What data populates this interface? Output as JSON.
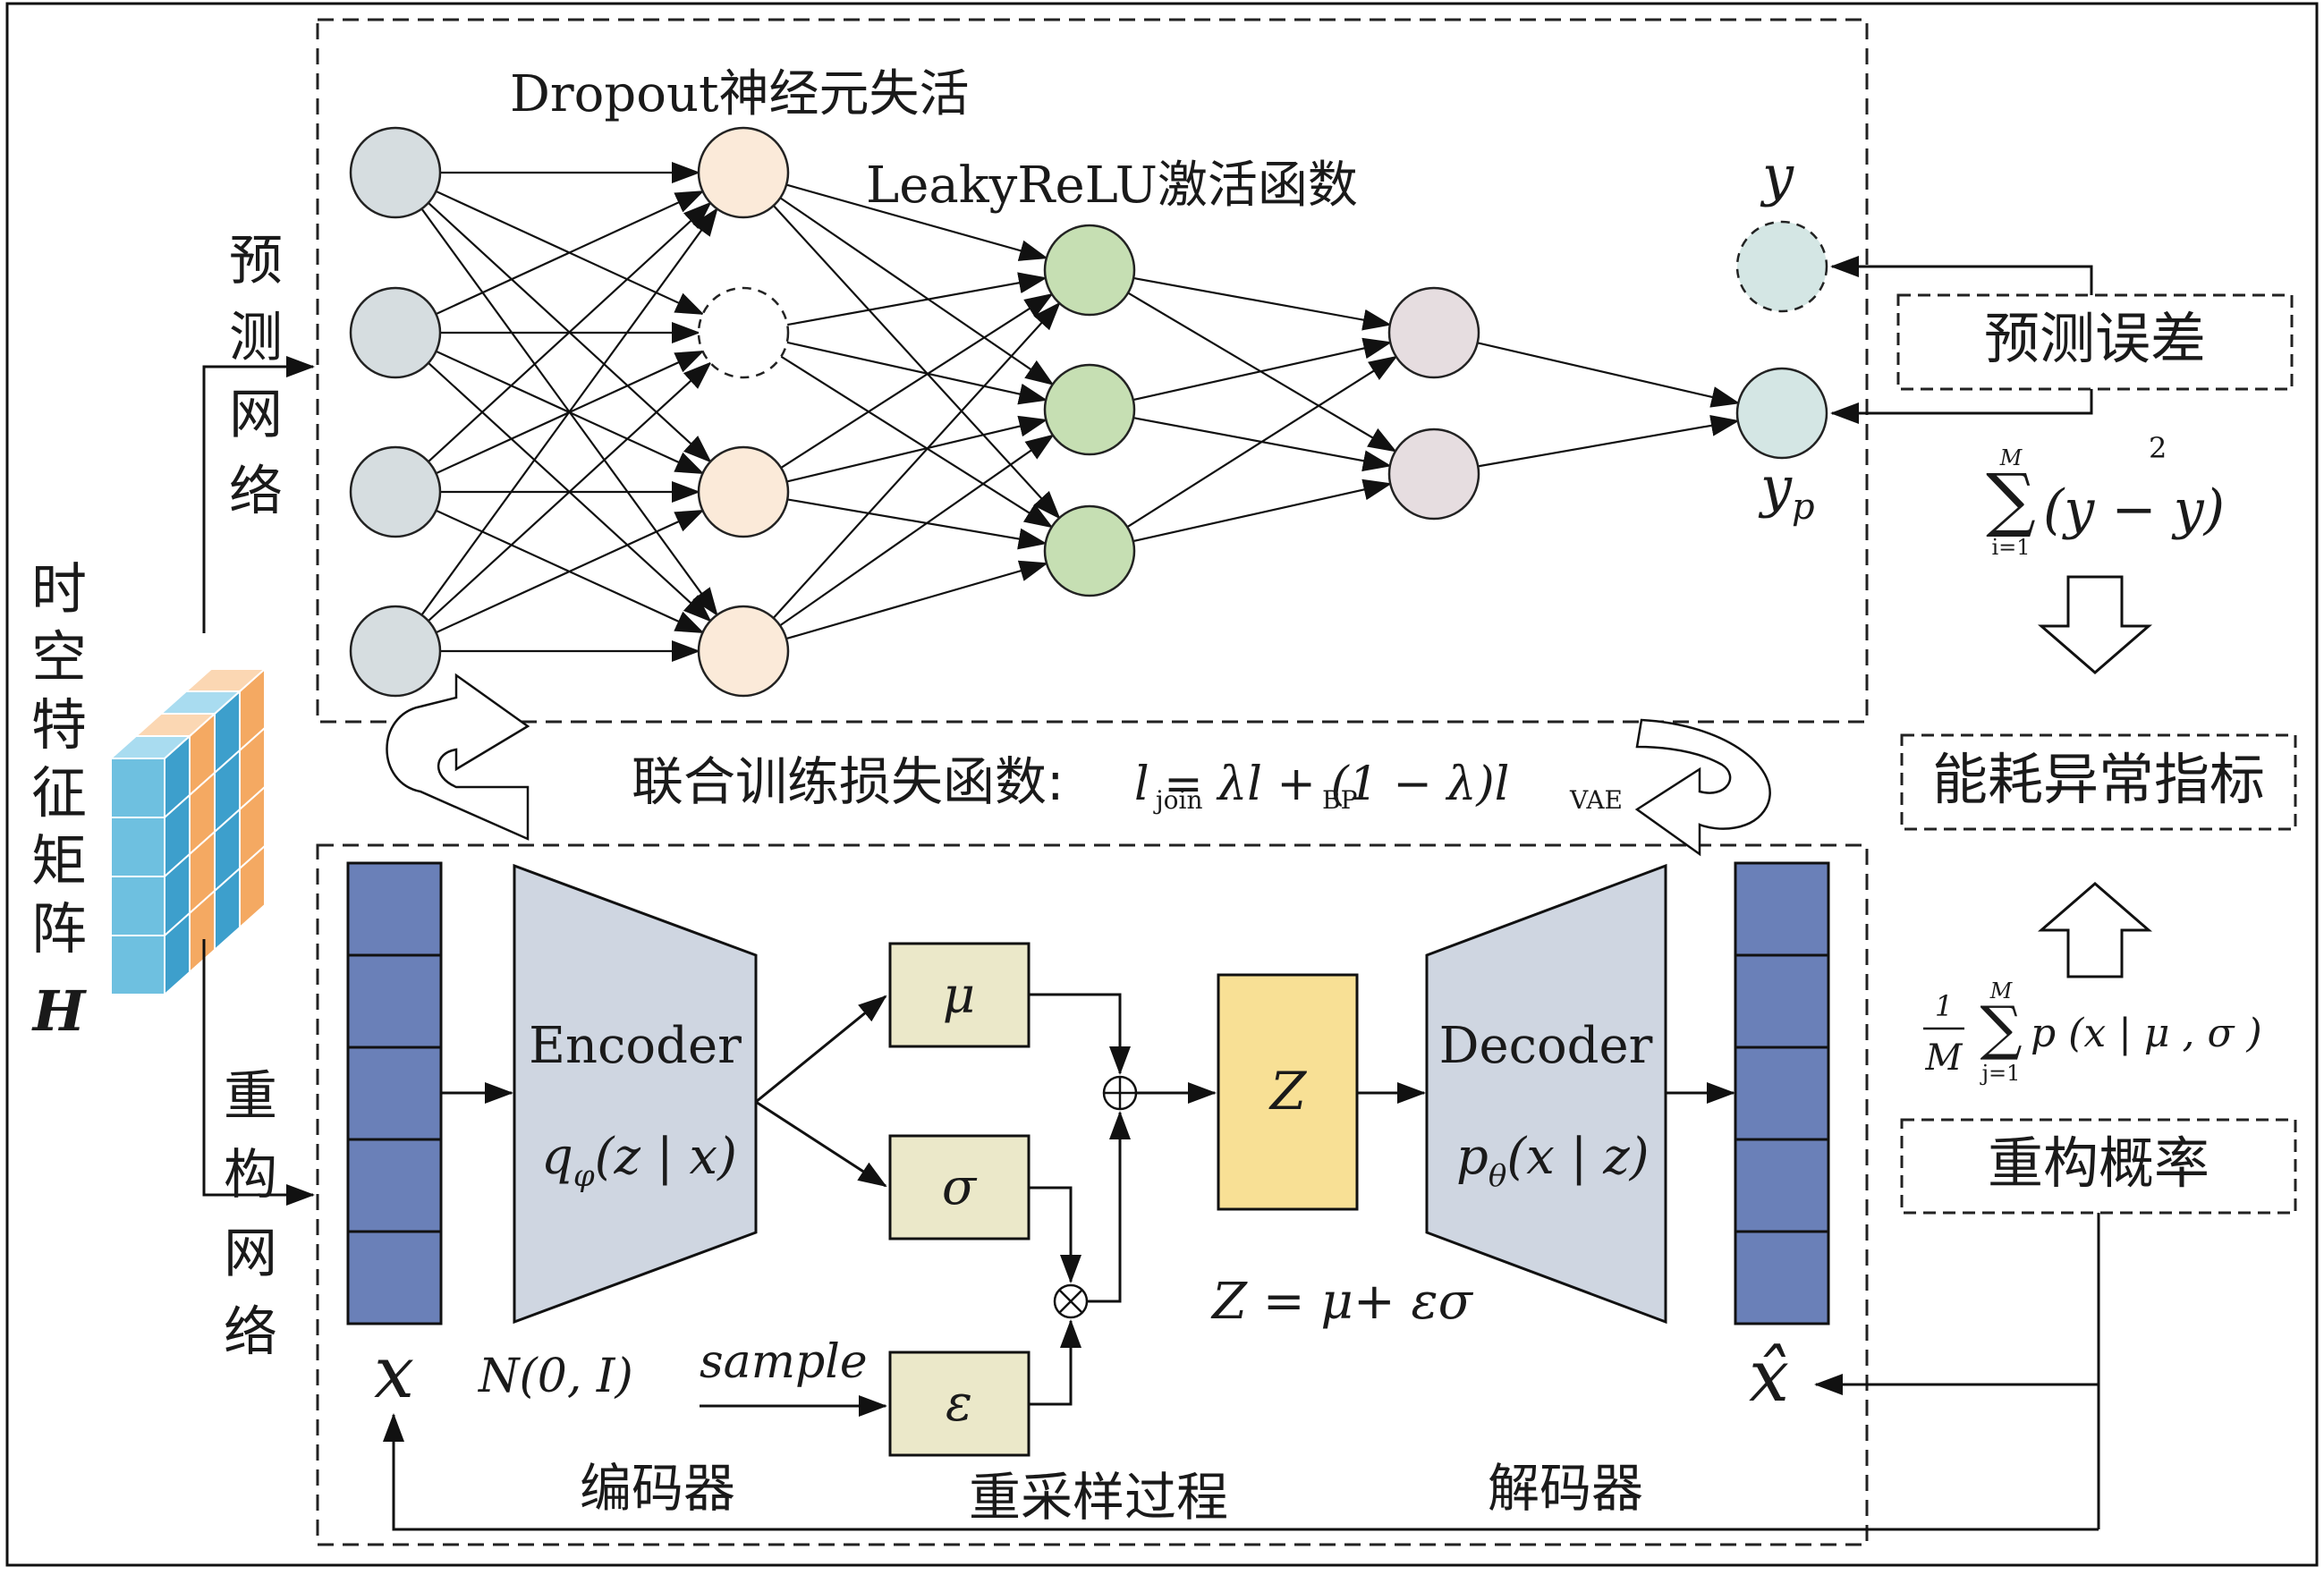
{
  "left_title": [
    "时",
    "空",
    "特",
    "征",
    "矩",
    "阵"
  ],
  "left_title_symbol": "H",
  "branch_predict": [
    "预",
    "测",
    "网",
    "络"
  ],
  "branch_recon": [
    "重",
    "构",
    "网",
    "络"
  ],
  "dropout_label": "Dropout神经元失活",
  "activation_label": "LeakyReLU激活函数",
  "y_label": "y",
  "yp_label": "y",
  "yp_sub": "p",
  "pred_error_box": "预测误差",
  "mse_sum_top": "M",
  "mse_sum_bottom": "i=1",
  "mse_expr": "(y  − y)",
  "mse_power": "2",
  "anomaly_box": "能耗异常指标",
  "recon_prob_box": "重构概率",
  "recon_prob_formula": "p (x   | μ , σ )",
  "recon_prob_frac_num": "1",
  "recon_prob_frac_den": "M",
  "recon_prob_sum_top": "M",
  "recon_prob_sum_bottom": "j=1",
  "joint_loss_prefix": "联合训练损失函数:",
  "joint_loss_formula": "l    = λl   + (1 − λ)l",
  "joint_sub_join": "join",
  "joint_sub_bp": "BP",
  "joint_sub_vae": "VAE",
  "encoder_title": "Encoder",
  "encoder_formula": "q (z | x)",
  "encoder_sub": "φ",
  "decoder_title": "Decoder",
  "decoder_formula": "p (x | z)",
  "decoder_sub": "θ",
  "mu": "μ",
  "sigma": "σ",
  "epsilon": "ε",
  "z_box": "Z",
  "z_formula": "Z = μ+ εσ",
  "x_label": "x",
  "x_hat_label": "x̂",
  "normal_dist": "N(0, I)",
  "sample_label": "sample",
  "encoder_caption": "编码器",
  "resample_caption": "重采样过程",
  "decoder_caption": "解码器",
  "colors": {
    "input_node": "#d6dde0",
    "hidden1_node": "#fbead9",
    "hidden2_node": "#c6dfb3",
    "hidden3_node": "#e6dde0",
    "output_node": "#d4e6e4",
    "vector_block": "#6a80b8",
    "trapezoid": "#cfd6e1",
    "param_box": "#ebe8c9",
    "z_box": "#f8e095",
    "cube_blue": "#6ec0e0",
    "cube_orange": "#f4a962"
  }
}
